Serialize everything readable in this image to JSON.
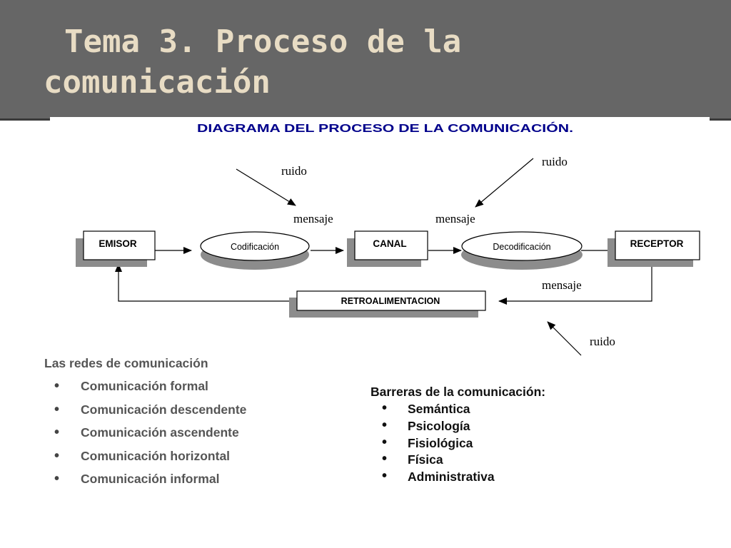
{
  "slide": {
    "title_line1": "Tema 3. Proceso de la",
    "title_line2": "comunicación"
  },
  "diagram": {
    "title": "DIAGRAMA DEL PROCESO DE LA COMUNICACIÓN.",
    "boxes": {
      "emisor": "EMISOR",
      "canal": "CANAL",
      "receptor": "RECEPTOR",
      "retroalimentacion": "RETROALIMENTACION"
    },
    "ellipses": {
      "codificacion": "Codificación",
      "decodificacion": "Decodificación"
    },
    "labels": {
      "ruido_1": "ruido",
      "ruido_2": "ruido",
      "ruido_3": "ruido",
      "mensaje_1": "mensaje",
      "mensaje_2": "mensaje",
      "mensaje_3": "mensaje"
    }
  },
  "redes": {
    "heading": "Las redes de comunicación",
    "items": [
      "Comunicación formal",
      "Comunicación descendente",
      "Comunicación ascendente",
      "Comunicación horizontal",
      "Comunicación informal"
    ]
  },
  "barreras": {
    "heading": "Barreras de la comunicación:",
    "items": [
      "Semántica",
      "Psicología",
      "Fisiológica",
      "Física",
      "Administrativa"
    ]
  },
  "bullet": "•",
  "colors": {
    "header_bg": "#666666",
    "title_text": "#e8dcc4",
    "diagram_title": "#00008b",
    "shadow": "#8c8c8c"
  }
}
